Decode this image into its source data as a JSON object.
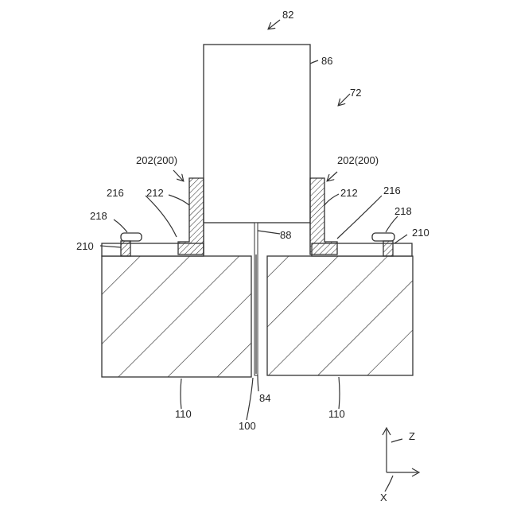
{
  "labels": {
    "l82": "82",
    "l86": "86",
    "l72": "72",
    "l202_left": "202(200)",
    "l202_right": "202(200)",
    "l216_left": "216",
    "l212_left": "212",
    "l212_right": "212",
    "l216_right": "216",
    "l218_left": "218",
    "l218_right": "218",
    "l210_left": "210",
    "l210_right": "210",
    "l88": "88",
    "l110_left": "110",
    "l110_right": "110",
    "l84": "84",
    "l100": "100",
    "axis_z": "Z",
    "axis_x": "X"
  }
}
